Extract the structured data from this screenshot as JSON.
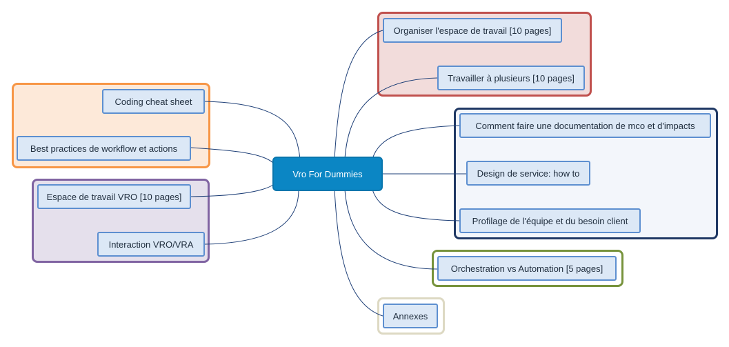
{
  "diagram": {
    "center": {
      "label": "Vro For Dummies"
    },
    "groups": [
      {
        "id": "org",
        "border": "#c0504d",
        "fill": "#f2dcdb"
      },
      {
        "id": "coding",
        "border": "#f79646",
        "fill": "#fde9d9"
      },
      {
        "id": "vro",
        "border": "#8064a2",
        "fill": "#e5e0ec"
      },
      {
        "id": "doc",
        "border": "#1f3864",
        "fill": "#f3f6fb"
      },
      {
        "id": "orch",
        "border": "#77933c",
        "fill": "#ffffff"
      },
      {
        "id": "annexes",
        "border": "#ddd9c3",
        "fill": "#ffffff"
      }
    ],
    "topics": [
      {
        "id": "organiser",
        "label": "Organiser l'espace de travail [10 pages]"
      },
      {
        "id": "travailler",
        "label": "Travailler à plusieurs [10 pages]"
      },
      {
        "id": "coding",
        "label": "Coding cheat sheet"
      },
      {
        "id": "bestpractices",
        "label": "Best practices de workflow et actions"
      },
      {
        "id": "espace",
        "label": "Espace de travail VRO [10 pages]"
      },
      {
        "id": "interaction",
        "label": "Interaction VRO/VRA"
      },
      {
        "id": "comment",
        "label": "Comment faire une documentation de mco et d'impacts"
      },
      {
        "id": "design",
        "label": "Design de service: how to"
      },
      {
        "id": "profilage",
        "label": "Profilage de l'équipe et du besoin client"
      },
      {
        "id": "orchestration",
        "label": "Orchestration vs Automation [5 pages]"
      },
      {
        "id": "annexes",
        "label": "Annexes"
      }
    ],
    "line_color": "#1e3f77",
    "node_fill": "#dce8f6",
    "node_border": "#5d8fd0",
    "center_fill": "#0b86c4"
  }
}
